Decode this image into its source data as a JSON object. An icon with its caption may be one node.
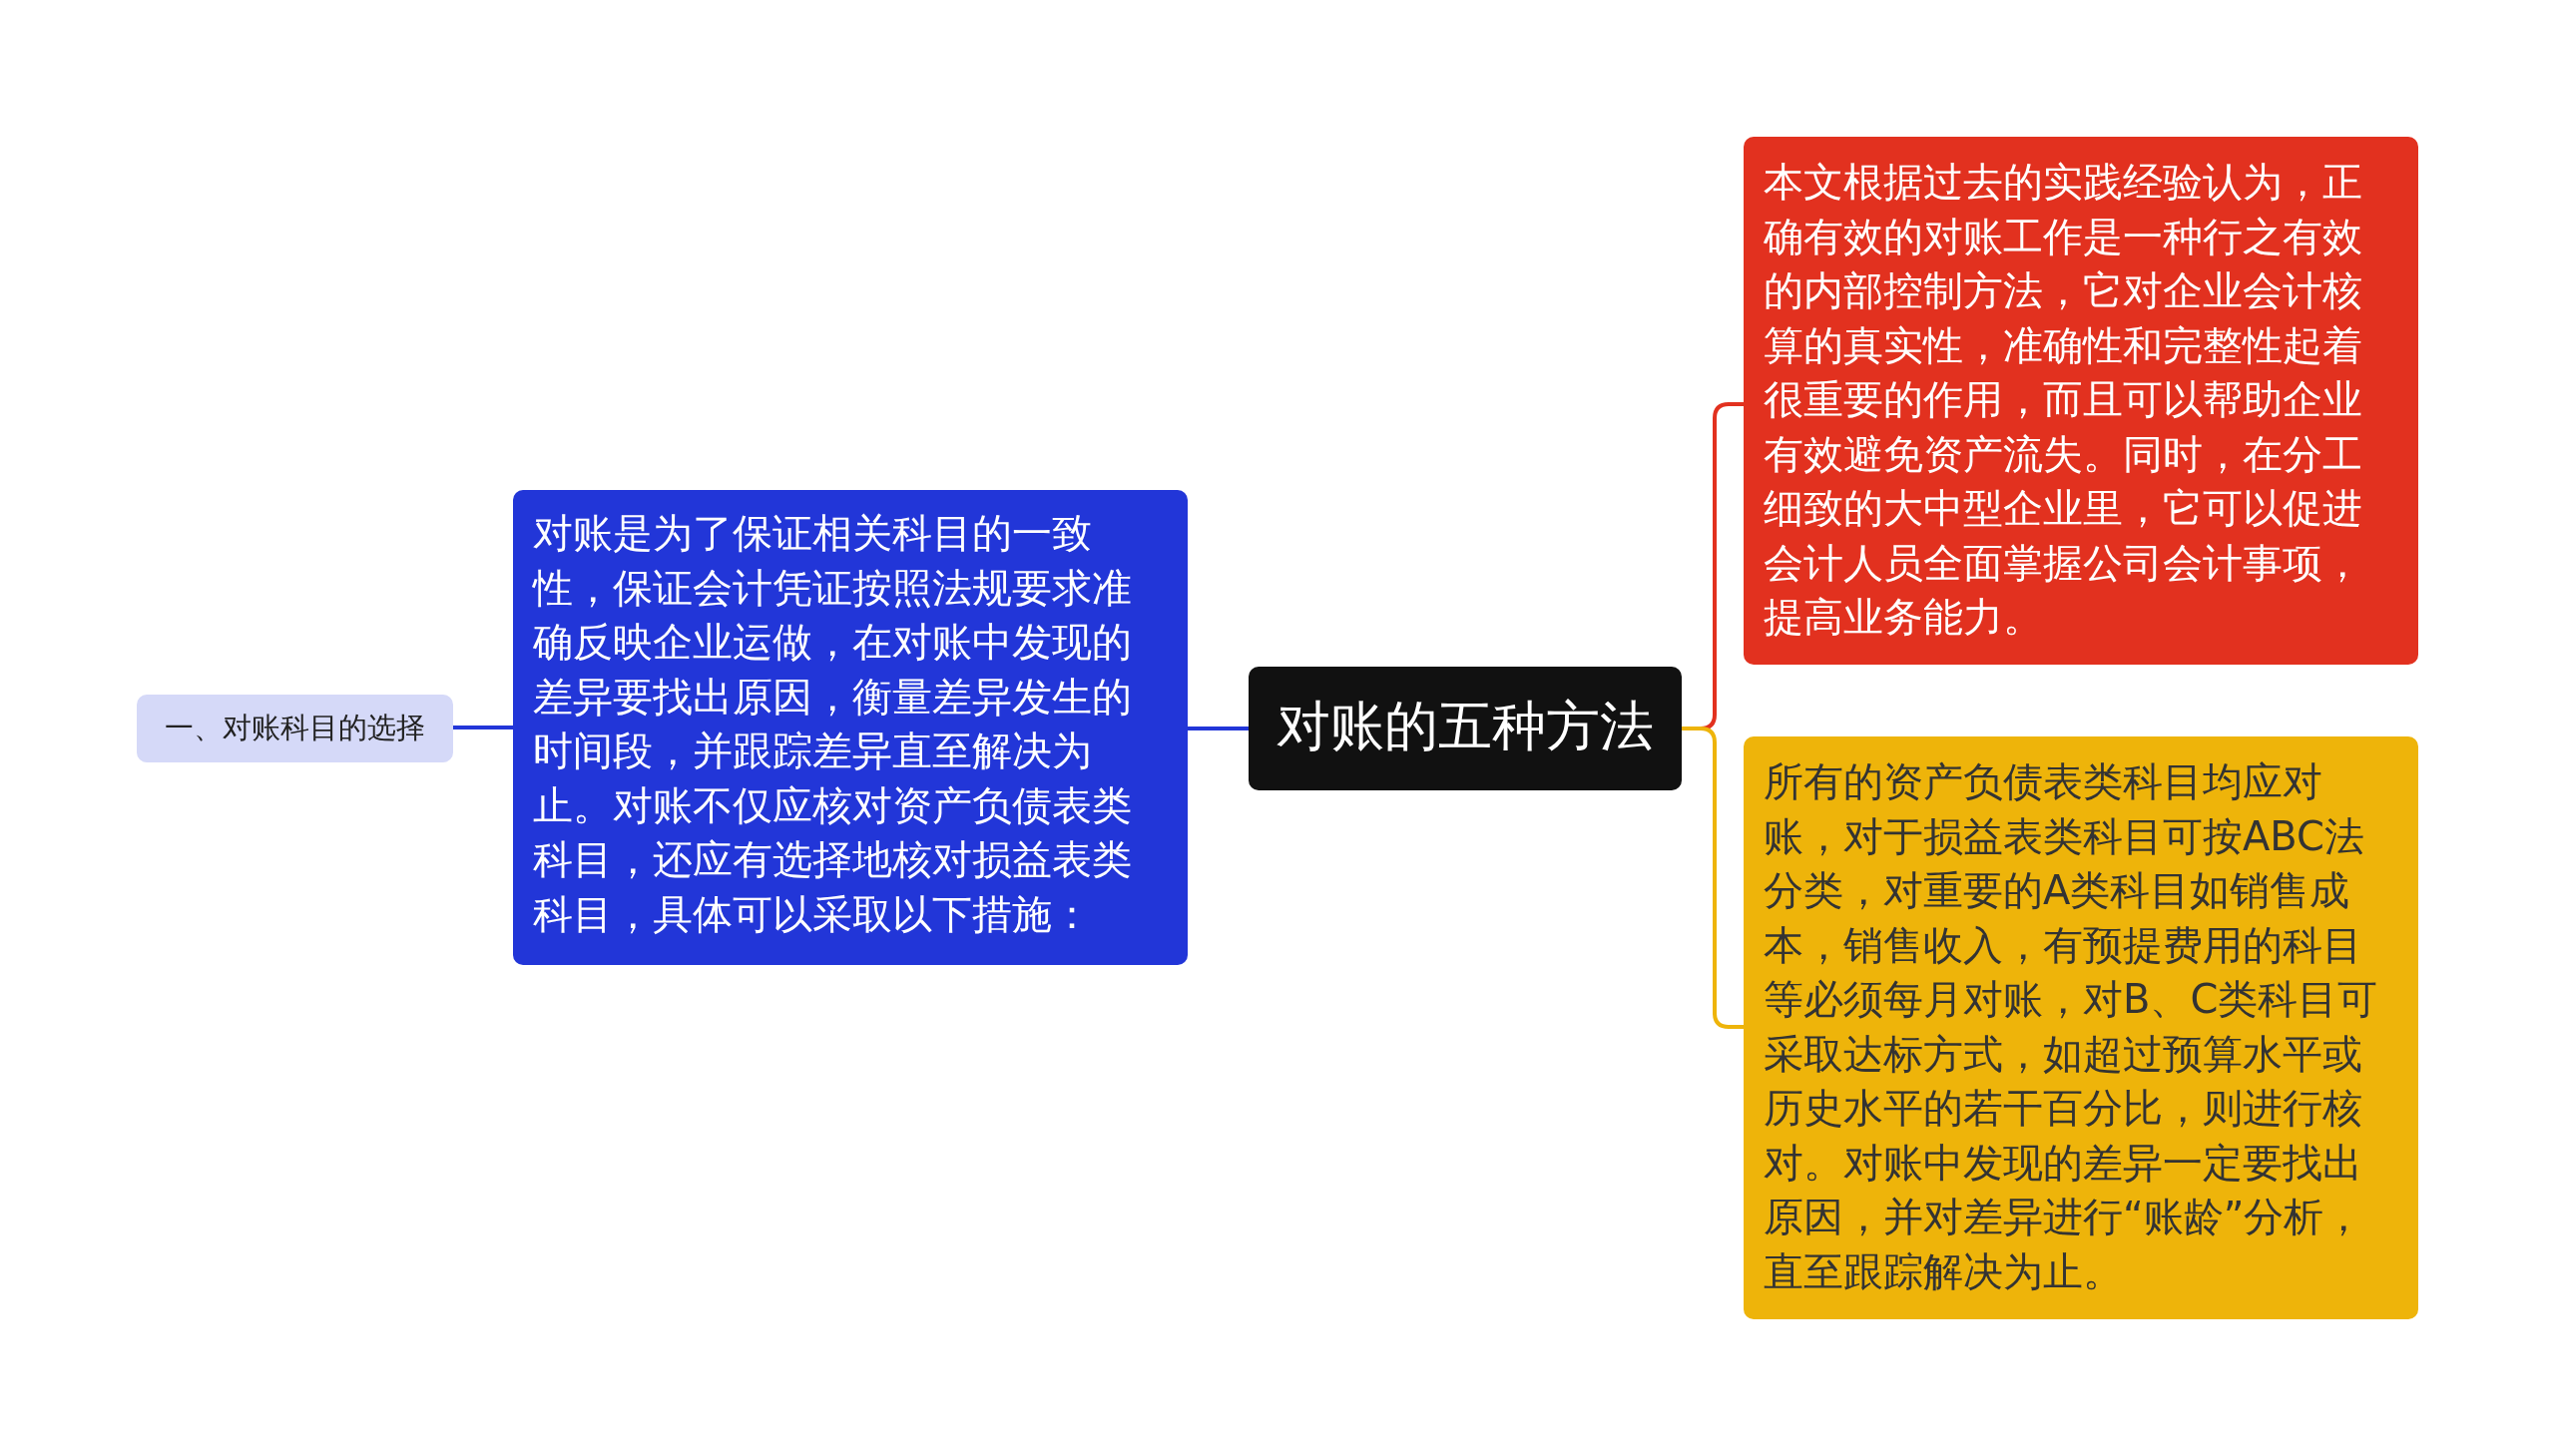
{
  "diagram": {
    "nodes": [
      {
        "text": [
          "对账的五种方法"
        ]
      },
      {
        "text": [
          "对账是为了保证相关科目的一致性，保证会计凭证按照法规要求准确反映企业运做，在对账中发现的差异要找出原因，衡量差异发生的时间段，并跟踪差异直至解决为止。对账不仅应核对资产负债表类科目，还应有选择地核对损益表类科目，具体可以采取以下措施："
        ]
      },
      {
        "text": [
          "一、对账科目的选择"
        ]
      },
      {
        "text": [
          "本文根据过去的实践经验认为，正确有效的对账工作是一种行之有效的内部控制方法，它对企业会计核算的真实性，准确性和完整性起着很重要的作用，而且可以帮助企业有效避免资产流失。同时，在分工细致的大中型企业里，它可以促进会计人员全面掌握公司会计事项，提高业务能力。"
        ]
      },
      {
        "text": [
          "所有的资产负债表类科目均应对账，对于损益表类科目可按ABC法分类，对重要的A类科目如销售成本，销售收入，有预提费用的科目等必须每月对账，对B、C类科目可采取达标方式，如超过预算水平或历史水平的若干百分比，则进行核对。对账中发现的差异一定要找出原因，并对差异进行“账龄”分析，直至跟踪解决为止。"
        ]
      }
    ],
    "edges": [
      {
        "from": 0,
        "to": 1,
        "arrow": "none",
        "color": "#2236d8"
      },
      {
        "from": 1,
        "to": 2,
        "arrow": "none",
        "color": "#2236d8"
      },
      {
        "from": 0,
        "to": 3,
        "arrow": "none",
        "color": "#e2311f"
      },
      {
        "from": 0,
        "to": 4,
        "arrow": "none",
        "color": "#eeb40a"
      }
    ]
  }
}
